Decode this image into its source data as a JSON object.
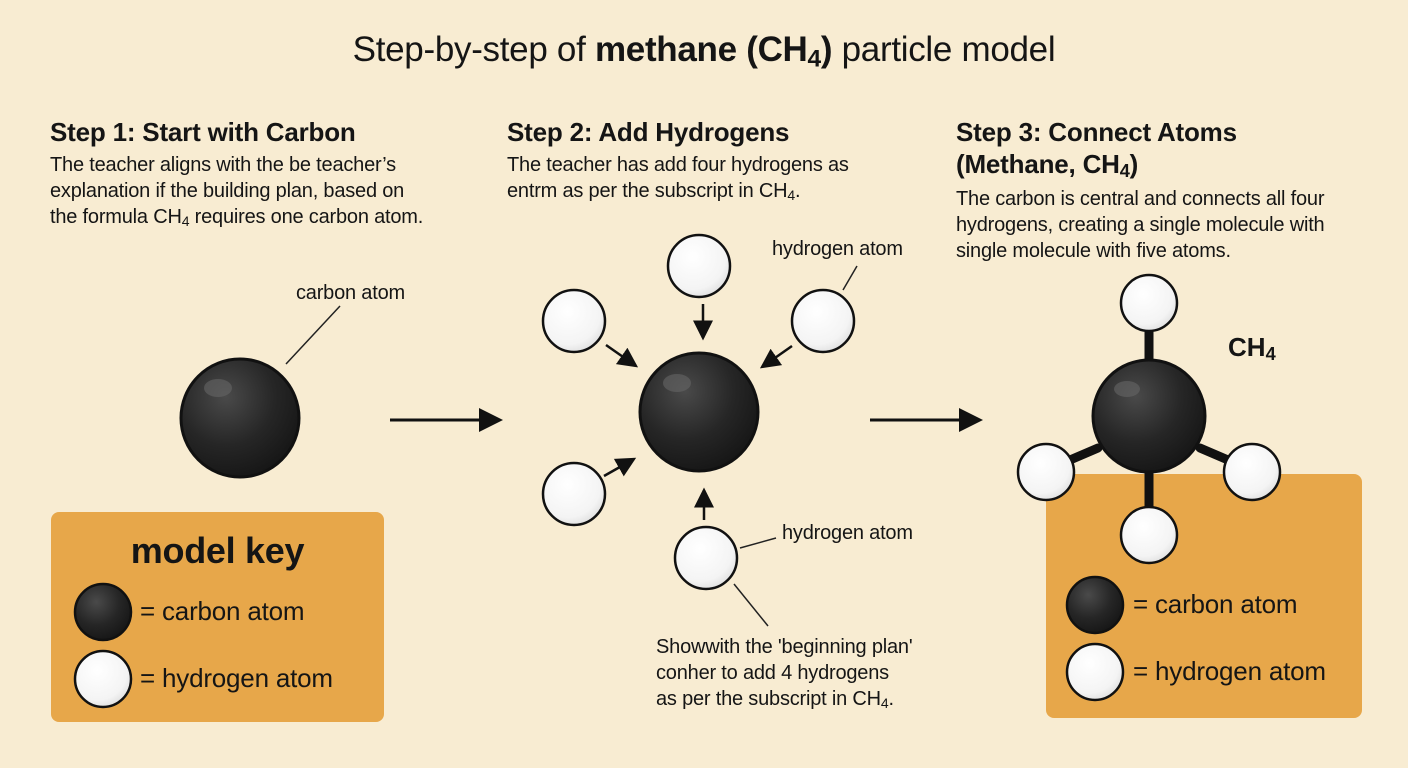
{
  "title": {
    "prefix": "Step-by-step of ",
    "bold": "methane (CH",
    "bold_sub": "4",
    "bold_end": ")",
    "suffix": " particle model"
  },
  "step1": {
    "heading": "Step 1: Start with Carbon",
    "line1": "The teacher aligns with the be teacher’s",
    "line2": "explanation if the building plan, based on",
    "line3_pre": "the formula CH",
    "line3_sub": "4",
    "line3_post": " requires one carbon atom.",
    "label": "carbon atom"
  },
  "step2": {
    "heading": "Step 2: Add Hydrogens",
    "line1": "The teacher has add four hydrogens as",
    "line2_pre": "entrm as per the subscript in CH",
    "line2_sub": "4",
    "line2_post": ".",
    "label_top": "hydrogen atom",
    "label_bottom": "hydrogen atom",
    "note1": "Showwith the 'beginning plan'",
    "note2": "conher to add 4 hydrogens",
    "note3_pre": "as per the subscript in CH",
    "note3_sub": "4",
    "note3_post": "."
  },
  "step3": {
    "heading1": "Step 3: Connect Atoms",
    "heading2_pre": "(Methane, CH",
    "heading2_sub": "4",
    "heading2_post": ")",
    "line1": "The carbon is central and connects all four",
    "line2": "hydrogens, creating a single molecule with",
    "line3": "single molecule with five atoms.",
    "formula_pre": "CH",
    "formula_sub": "4"
  },
  "key_left": {
    "title": "model key",
    "carbon": "= carbon atom",
    "hydrogen": "= hydrogen atom"
  },
  "key_right": {
    "carbon": "= carbon atom",
    "hydrogen": "= hydrogen atom"
  },
  "colors": {
    "background": "#f8ecd2",
    "key_box": "#e7a74a",
    "carbon": "#222222",
    "hydrogen": "#ffffff"
  }
}
